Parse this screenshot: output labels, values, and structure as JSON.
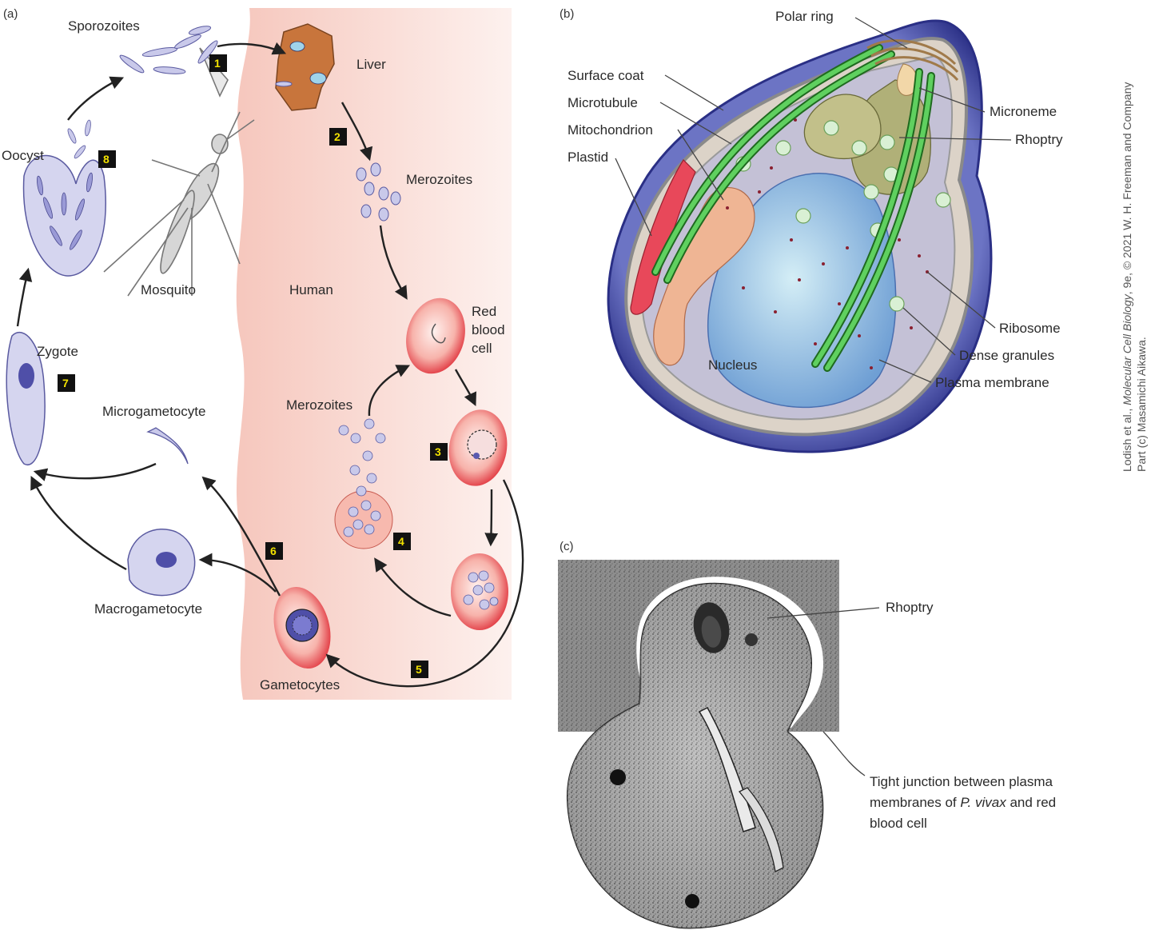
{
  "panels": {
    "a": "(a)",
    "b": "(b)",
    "c": "(c)"
  },
  "life_cycle": {
    "labels": {
      "sporozoites": "Sporozoites",
      "liver": "Liver",
      "merozoites_top": "Merozoites",
      "red_blood": "Red",
      "red_blood2": "blood",
      "red_blood3": "cell",
      "merozoites_mid": "Merozoites",
      "human": "Human",
      "mosquito": "Mosquito",
      "oocyst": "Oocyst",
      "zygote": "Zygote",
      "microgametocyte": "Microgametocyte",
      "macrogametocyte": "Macrogametocyte",
      "gametocytes": "Gametocytes"
    },
    "steps": [
      "1",
      "2",
      "3",
      "4",
      "5",
      "6",
      "7",
      "8"
    ]
  },
  "merozoite_structure": {
    "labels": {
      "polar_ring": "Polar ring",
      "surface_coat": "Surface coat",
      "microtubule": "Microtubule",
      "mitochondrion": "Mitochondrion",
      "plastid": "Plastid",
      "microneme": "Microneme",
      "rhoptry": "Rhoptry",
      "ribosome": "Ribosome",
      "dense_granules": "Dense granules",
      "plasma_membrane": "Plasma membrane",
      "nucleus": "Nucleus"
    }
  },
  "micrograph": {
    "rhoptry": "Rhoptry",
    "tight_junction_1": "Tight junction between plasma",
    "tight_junction_2a": "membranes of ",
    "tight_junction_2b": "P. vivax",
    "tight_junction_2c": " and red",
    "tight_junction_3": "blood cell"
  },
  "credit": {
    "line1a": "Lodish et al., ",
    "line1b": "Molecular Cell Biology",
    "line1c": ", 9e, © 2021 W. H. Freeman and Company",
    "line2": "Part (c) Masamichi Aikawa."
  },
  "colors": {
    "human_tissue": "#f9d8d0",
    "rbc": "#e8464a",
    "parasite": "#c9c9ea",
    "step_box": "#111111",
    "step_text": "#f2e200",
    "microtubule": "#3fae3f",
    "coat": "#3a3fa0"
  }
}
